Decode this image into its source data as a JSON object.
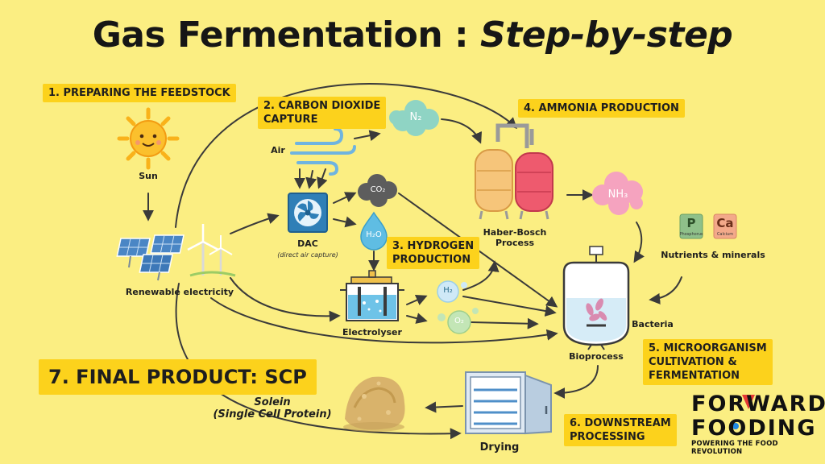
{
  "title": {
    "main": "Gas Fermentation :",
    "italic": "Step-by-step"
  },
  "steps": {
    "s1": "1. PREPARING THE FEEDSTOCK",
    "s2_l1": "2. CARBON DIOXIDE",
    "s2_l2": "CAPTURE",
    "s3_l1": "3. HYDROGEN",
    "s3_l2": "PRODUCTION",
    "s4": "4. AMMONIA PRODUCTION",
    "s5_l1": "5. MICROORGANISM",
    "s5_l2": "CULTIVATION &",
    "s5_l3": "FERMENTATION",
    "s6_l1": "6. DOWNSTREAM",
    "s6_l2": "PROCESSING",
    "s7": "7. FINAL PRODUCT: SCP"
  },
  "labels": {
    "sun": "Sun",
    "air": "Air",
    "dac": "DAC",
    "dac_sub": "(direct air capture)",
    "renewable": "Renewable electricity",
    "electrolyser": "Electrolyser",
    "haber_l1": "Haber-Bosch",
    "haber_l2": "Process",
    "nutrients": "Nutrients & minerals",
    "bacteria": "Bacteria",
    "bioprocess": "Bioprocess",
    "drying": "Drying",
    "solein_l1": "Solein",
    "solein_l2": "(Single Cell Protein)"
  },
  "chemicals": {
    "n2": "N₂",
    "co2": "CO₂",
    "h2o": "H₂O",
    "nh3": "NH₃",
    "h2": "H₂",
    "o2": "O₂",
    "p_symbol": "P",
    "p_name": "Phosphorus",
    "ca_symbol": "Ca",
    "ca_name": "Calcium"
  },
  "brand": {
    "line1": "FORWARD",
    "line2": "FOODING",
    "tagline": "POWERING THE FOOD REVOLUTION"
  },
  "colors": {
    "background": "#fbee82",
    "step_label": "#fcd21c",
    "arrow": "#3a3a3a",
    "sun": "#f9b21a",
    "n2_cloud": "#8fd4c4",
    "co2_cloud": "#5d5d5d",
    "nh3_cloud": "#f5a3bf",
    "h2o_drop": "#5fbde3",
    "dac": "#2f7fb7",
    "tank_left": "#f6c57a",
    "tank_right": "#ee5a6e",
    "phosphorus": "#8fc08a",
    "calcium": "#f3a98a"
  }
}
